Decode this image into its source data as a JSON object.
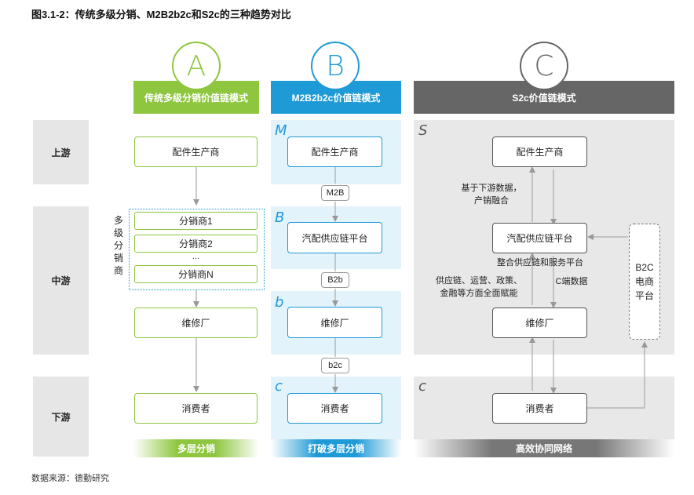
{
  "title": "图3.1-2：传统多级分销、M2B2b2c和S2c的三种趋势对比",
  "source": "数据来源：德勤研究",
  "rows": [
    "上游",
    "中游",
    "下游"
  ],
  "colors": {
    "green": "#8ec63f",
    "blue": "#1e9ad6",
    "gray": "#666666"
  },
  "colA": {
    "letter": "A",
    "header": "传统多级分销价值链模式",
    "supplier": "配件生产商",
    "group_label": [
      "多",
      "级",
      "分",
      "销",
      "商"
    ],
    "distributors": [
      "分销商1",
      "分销商2",
      "分销商N"
    ],
    "ellipsis": "...",
    "repair": "维修厂",
    "consumer": "消费者",
    "footer": "多层分销"
  },
  "colB": {
    "letter": "B",
    "header": "M2B2b2c价值链模式",
    "supplier": "配件生产商",
    "platform": "汽配供应链平台",
    "repair": "维修厂",
    "consumer": "消费者",
    "pill1": "M2B",
    "pill2": "B2b",
    "pill3": "b2c",
    "tags": [
      "M",
      "B",
      "b",
      "c"
    ],
    "footer": "打破多层分销"
  },
  "colC": {
    "letter": "C",
    "header": "S2c价值链模式",
    "supplier": "配件生产商",
    "platform": "汽配供应链平台",
    "platform_note": "整合供应链和服务平台",
    "repair": "维修厂",
    "consumer": "消费者",
    "tags": [
      "S",
      "c"
    ],
    "note_top": [
      "基于下游数据，",
      "产销融合"
    ],
    "note_mid_left": [
      "供应链、运营、政策、",
      "金融等方面全面赋能"
    ],
    "note_mid_right": "C端数据",
    "b2c": [
      "B2C",
      "电商",
      "平台"
    ],
    "footer": "高效协同网络"
  }
}
